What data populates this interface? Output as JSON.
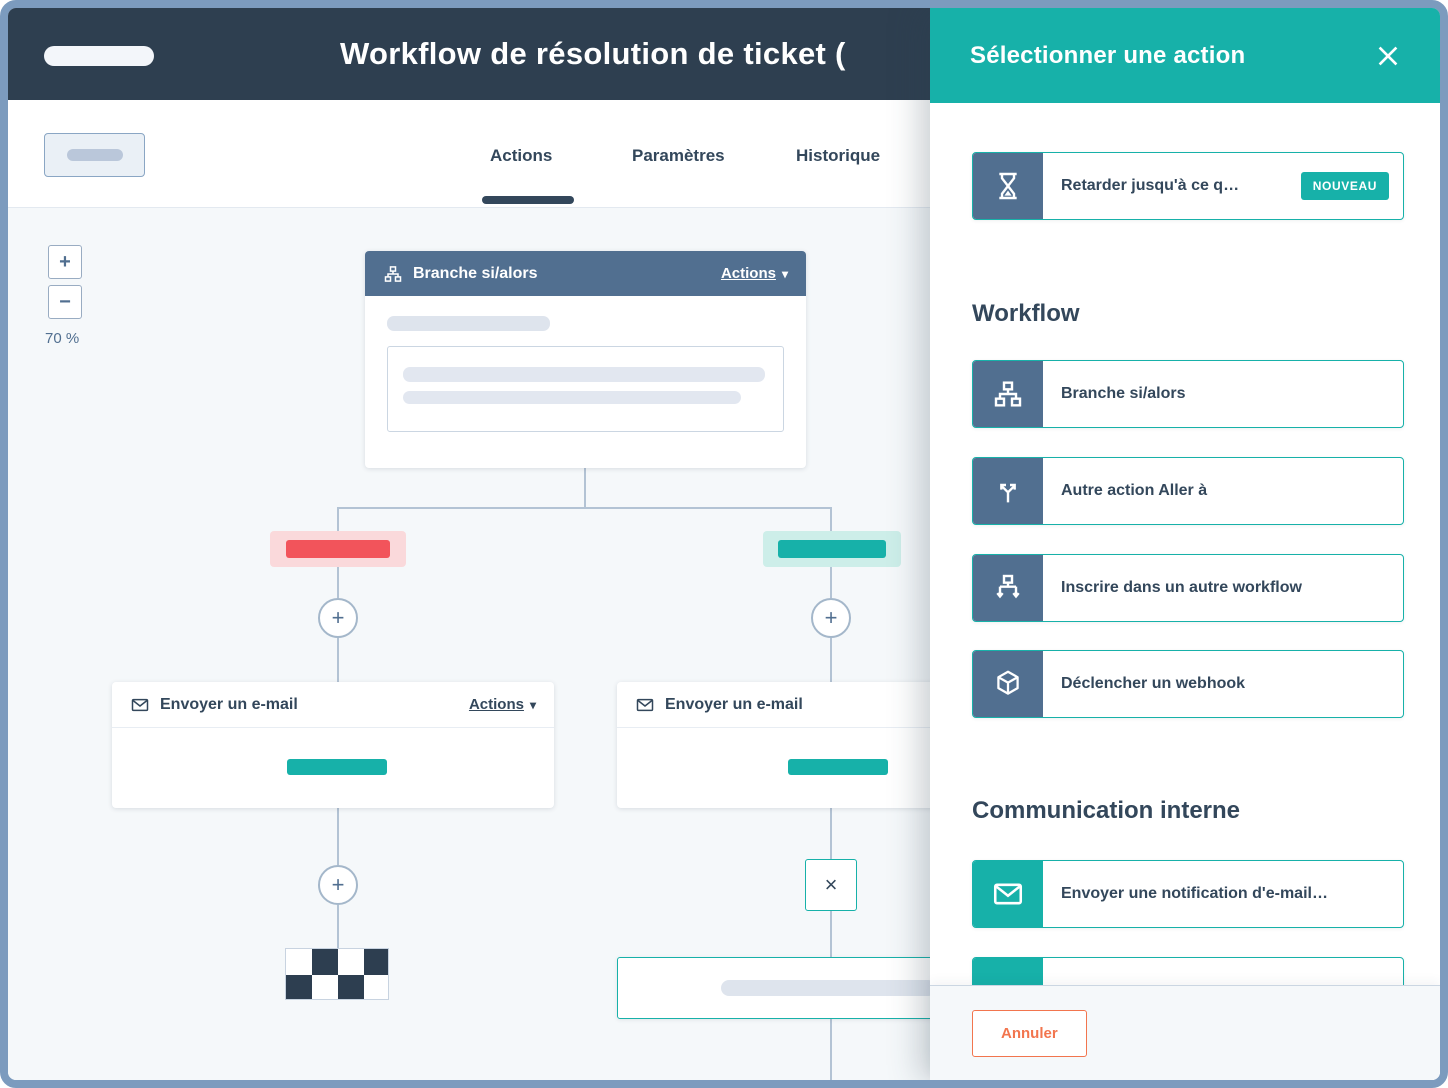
{
  "app": {
    "title": "Workflow de résolution de ticket ("
  },
  "tabs": {
    "actions": "Actions",
    "parametres": "Paramètres",
    "historique": "Historique"
  },
  "toolbar": {
    "zoom_level": "70 %"
  },
  "glyphs": {
    "plus": "+",
    "minus": "−",
    "caret": "▾",
    "cross": "×"
  },
  "canvas": {
    "branch_card": {
      "title": "Branche si/alors",
      "menu": "Actions",
      "icon": "branch-icon"
    },
    "email_card_left": {
      "title": "Envoyer un e-mail",
      "menu": "Actions",
      "icon": "envelope-icon"
    },
    "email_card_right": {
      "title": "Envoyer un e-mail",
      "icon": "envelope-icon"
    },
    "branch_left_color": "#f2545b",
    "branch_right_color": "#17b1a9",
    "end_marker": "checkered-flag-icon"
  },
  "panel": {
    "title": "Sélectionner une action",
    "featured": {
      "icon": "hourglass-icon",
      "label": "Retarder jusqu'à ce q…",
      "badge": "NOUVEAU"
    },
    "sections": [
      {
        "heading": "Workflow",
        "items": [
          {
            "icon": "branch-icon",
            "label": "Branche si/alors"
          },
          {
            "icon": "goto-action-icon",
            "label": "Autre action Aller à"
          },
          {
            "icon": "enroll-workflow-icon",
            "label": "Inscrire dans un autre workflow"
          },
          {
            "icon": "webhook-cube-icon",
            "label": "Déclencher un webhook"
          }
        ]
      },
      {
        "heading": "Communication interne",
        "items": [
          {
            "icon": "email-icon",
            "label": "Envoyer une notification d'e-mail…"
          }
        ]
      }
    ],
    "footer": {
      "cancel": "Annuler"
    }
  },
  "colors": {
    "teal": "#17b1a9",
    "slate": "#516f90",
    "dark_header": "#2e3f50",
    "text": "#33475b",
    "red": "#f2545b",
    "orange": "#f2754e",
    "canvas_bg": "#f5f8fa"
  }
}
